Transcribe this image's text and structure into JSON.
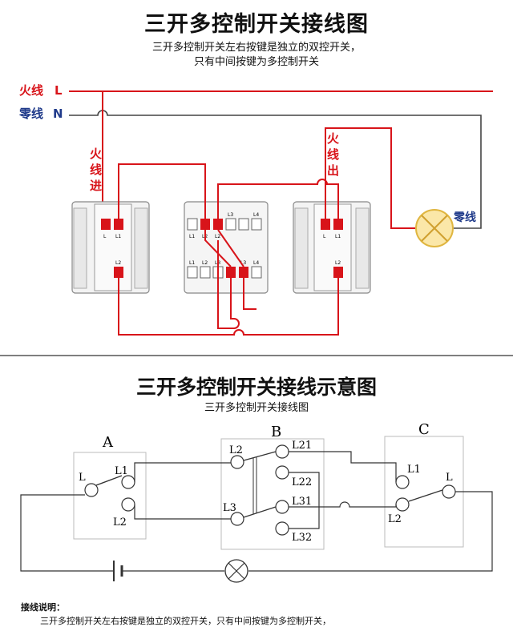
{
  "top": {
    "title": "三开多控制开关接线图",
    "subtitle_line1": "三开多控制开关左右按键是独立的双控开关，",
    "subtitle_line2": "只有中间按键为多控制开关",
    "live_label": "火线",
    "live_letter": "L",
    "neutral_label": "零线",
    "neutral_letter": "N",
    "live_in_label": [
      "火",
      "线",
      "进"
    ],
    "live_out_label": [
      "火",
      "线",
      "出"
    ],
    "lamp_neutral_label": "零线",
    "left_switch": {
      "terminals": [
        "L",
        "L1",
        "L2"
      ]
    },
    "right_switch": {
      "terminals": [
        "L",
        "L1",
        "L2"
      ]
    },
    "middle_switch": {
      "top_terminals": [
        "L1",
        "L2",
        "L2",
        "L3",
        "L4"
      ],
      "top_row_labels": [
        "L1",
        "L2",
        "L2",
        "L3",
        "L4"
      ],
      "bottom_row_labels": [
        "L1",
        "L2",
        "L3",
        "L3",
        "L4"
      ]
    },
    "colors": {
      "wire": "#d8141a",
      "line": "#444444",
      "label_red": "#d8141a",
      "label_navy": "#1f3a8a"
    }
  },
  "bottom": {
    "title": "三开多控制开关接线示意图",
    "subtitle": "三开多控制开关接线图",
    "switch_a": {
      "name": "A",
      "common": "L",
      "out1": "L1",
      "out2": "L2"
    },
    "switch_b": {
      "name": "B",
      "left1": "L2",
      "left2": "L3",
      "right": [
        "L21",
        "L22",
        "L31",
        "L32"
      ]
    },
    "switch_c": {
      "name": "C",
      "common": "L",
      "out1": "L1",
      "out2": "L2"
    },
    "notes_heading": "接线说明：",
    "notes_text": "三开多控制开关左右按键是独立的双控开关，只有中间按键为多控制开关，"
  }
}
